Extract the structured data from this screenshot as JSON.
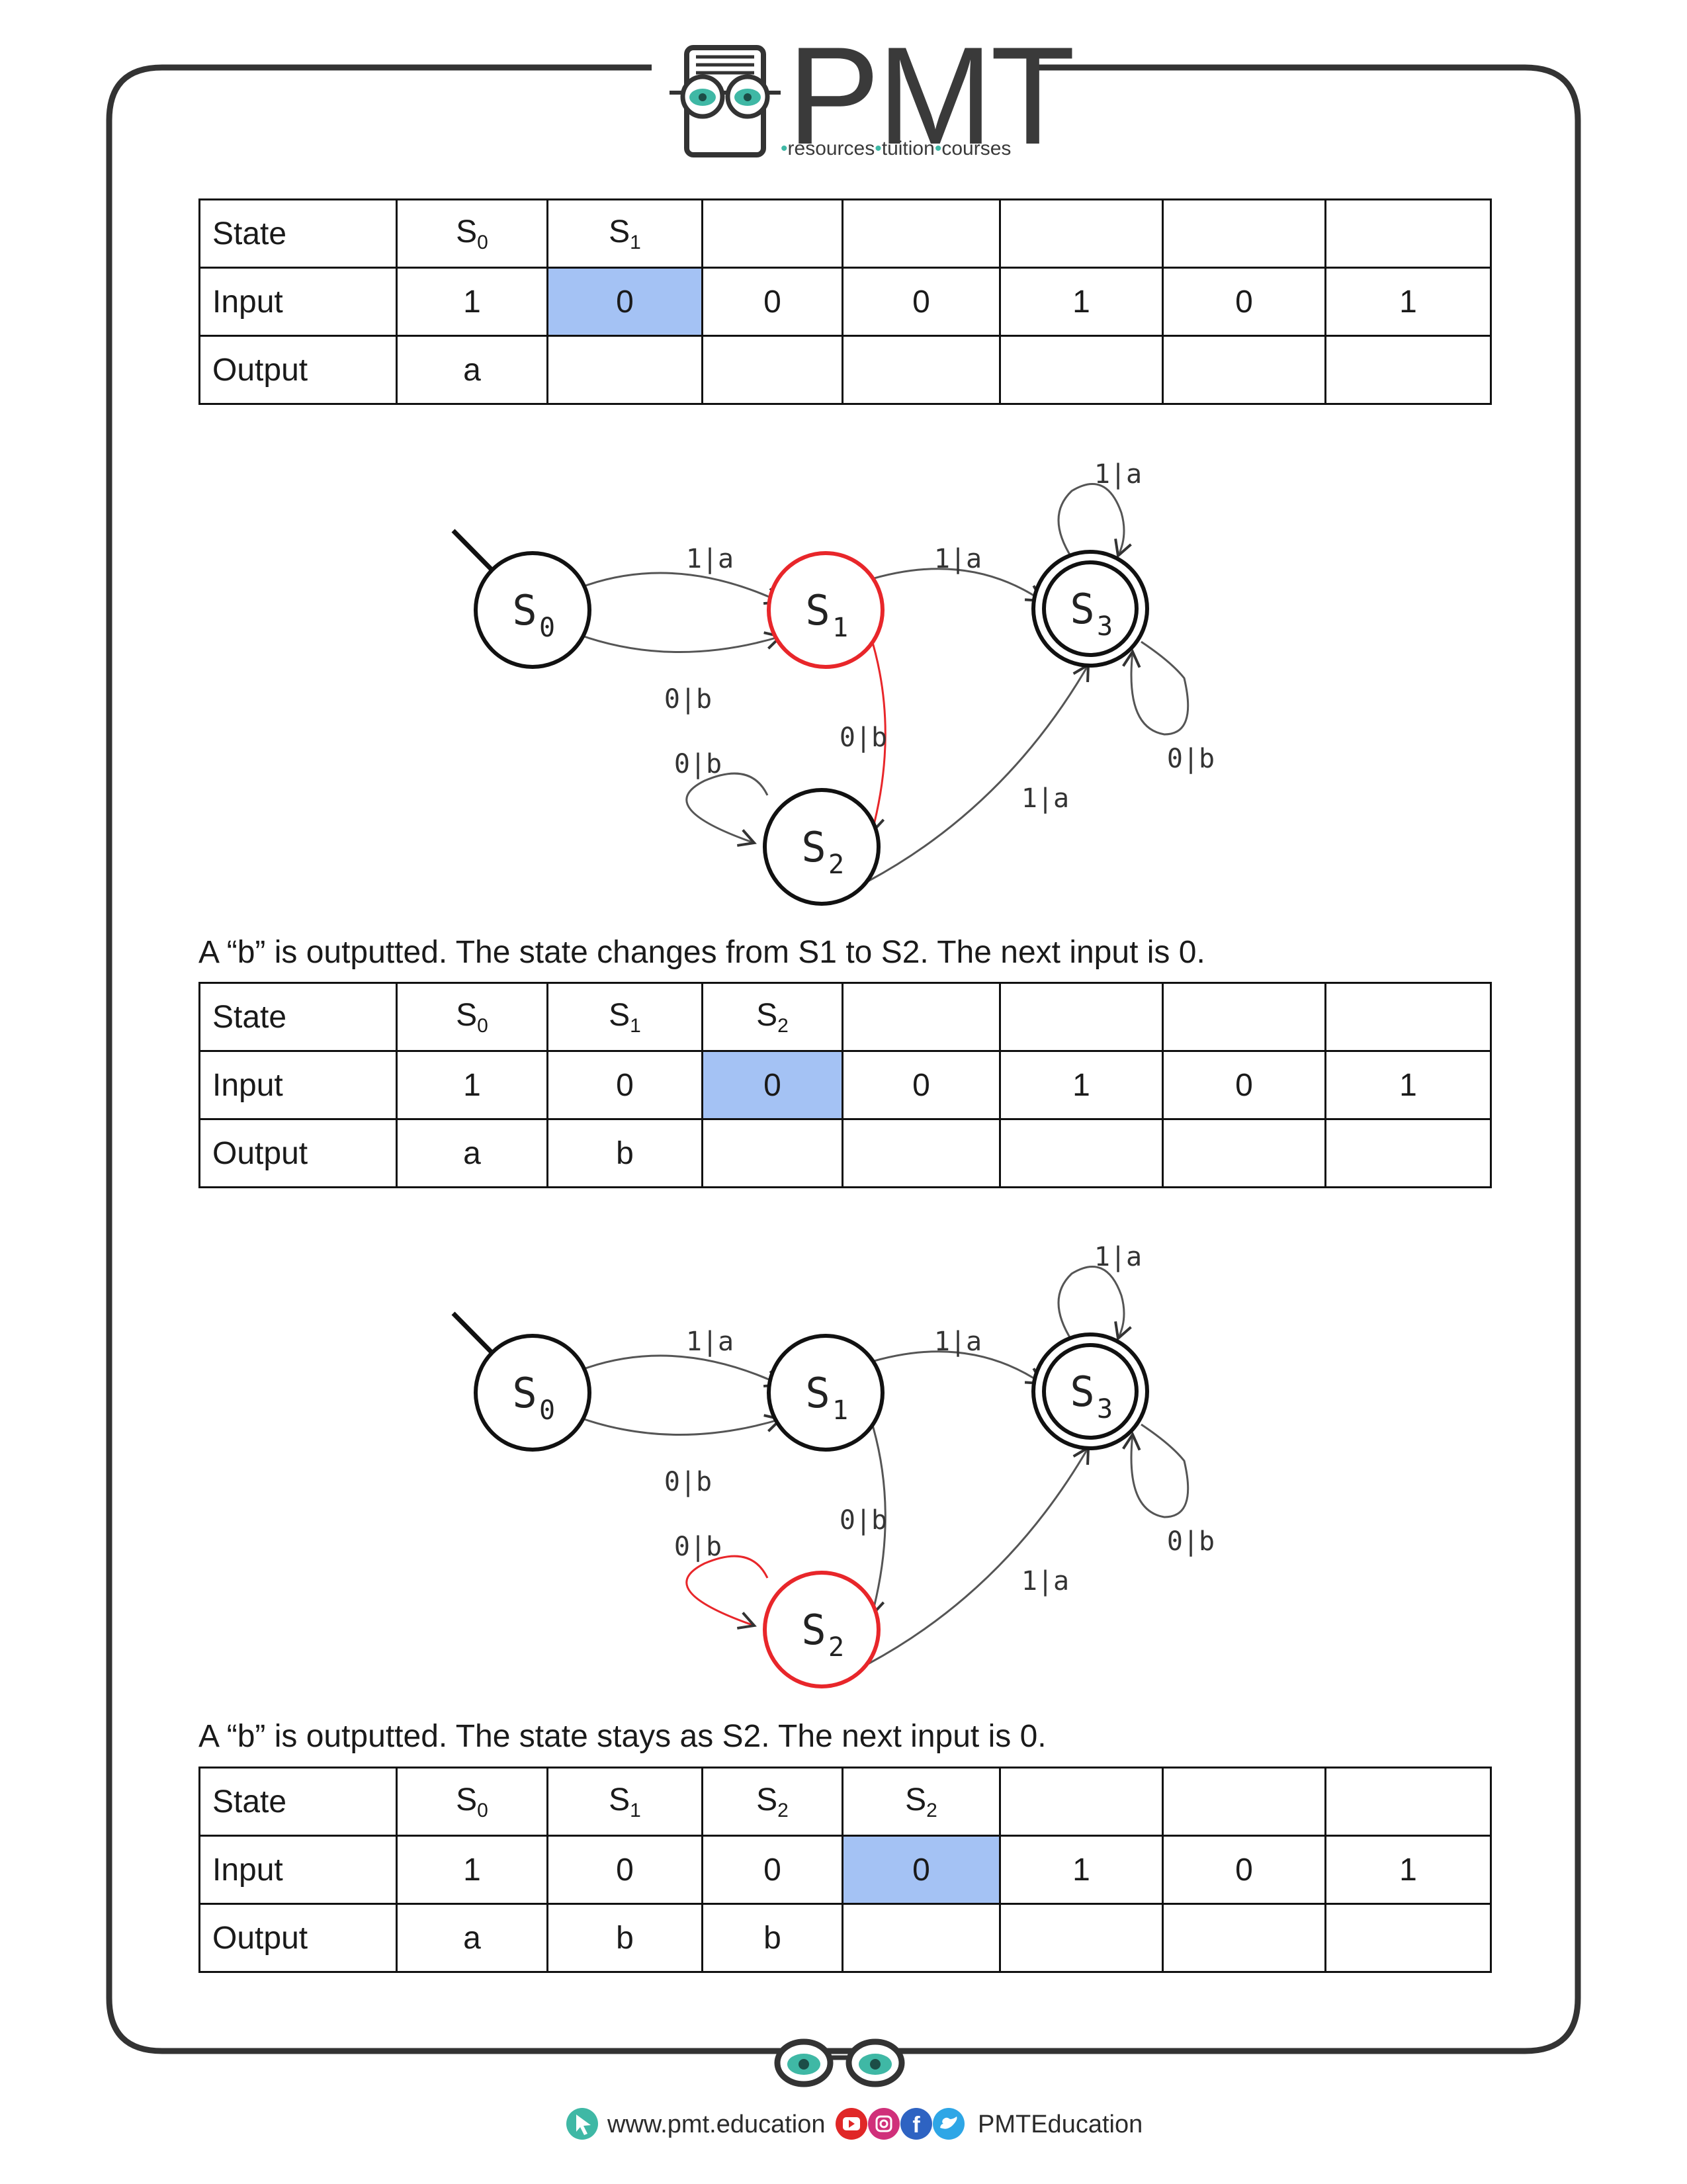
{
  "logo": {
    "name": "PMT",
    "tagline_parts": [
      "resources",
      "tuition",
      "courses"
    ]
  },
  "tables": [
    {
      "row_labels": [
        "State",
        "Input",
        "Output"
      ],
      "states": [
        [
          "S",
          "0"
        ],
        [
          "S",
          "1"
        ],
        null,
        null,
        null,
        null,
        null
      ],
      "inputs": [
        "1",
        "0",
        "0",
        "0",
        "1",
        "0",
        "1"
      ],
      "outputs": [
        "a",
        "",
        "",
        "",
        "",
        "",
        ""
      ],
      "highlight_index": 1
    },
    {
      "row_labels": [
        "State",
        "Input",
        "Output"
      ],
      "states": [
        [
          "S",
          "0"
        ],
        [
          "S",
          "1"
        ],
        [
          "S",
          "2"
        ],
        null,
        null,
        null,
        null
      ],
      "inputs": [
        "1",
        "0",
        "0",
        "0",
        "1",
        "0",
        "1"
      ],
      "outputs": [
        "a",
        "b",
        "",
        "",
        "",
        "",
        ""
      ],
      "highlight_index": 2
    },
    {
      "row_labels": [
        "State",
        "Input",
        "Output"
      ],
      "states": [
        [
          "S",
          "0"
        ],
        [
          "S",
          "1"
        ],
        [
          "S",
          "2"
        ],
        [
          "S",
          "2"
        ],
        null,
        null,
        null
      ],
      "inputs": [
        "1",
        "0",
        "0",
        "0",
        "1",
        "0",
        "1"
      ],
      "outputs": [
        "a",
        "b",
        "b",
        "",
        "",
        "",
        ""
      ],
      "highlight_index": 3
    }
  ],
  "captions": [
    "A “b” is outputted. The state changes from S1 to S2. The next input is 0.",
    "A “b” is outputted. The state stays as S2. The next input is 0."
  ],
  "diagrams": [
    {
      "states": [
        {
          "id": "S0",
          "label": "S",
          "sub": "0"
        },
        {
          "id": "S1",
          "label": "S",
          "sub": "1"
        },
        {
          "id": "S2",
          "label": "S",
          "sub": "2"
        },
        {
          "id": "S3",
          "label": "S",
          "sub": "3",
          "accepting": true
        }
      ],
      "transitions": [
        {
          "from": "S0",
          "to": "S1",
          "label": "1|a"
        },
        {
          "from": "S0",
          "to": "S1",
          "label": "0|b"
        },
        {
          "from": "S1",
          "to": "S3",
          "label": "1|a"
        },
        {
          "from": "S1",
          "to": "S2",
          "label": "0|b"
        },
        {
          "from": "S2",
          "to": "S2",
          "label": "0|b"
        },
        {
          "from": "S2",
          "to": "S3",
          "label": "1|a"
        },
        {
          "from": "S3",
          "to": "S3",
          "label": "1|a"
        },
        {
          "from": "S3",
          "to": "S3",
          "label": "0|b"
        }
      ],
      "highlight_states": [
        "S1"
      ],
      "highlight_transition": "S1-S2"
    },
    {
      "states": [
        {
          "id": "S0",
          "label": "S",
          "sub": "0"
        },
        {
          "id": "S1",
          "label": "S",
          "sub": "1"
        },
        {
          "id": "S2",
          "label": "S",
          "sub": "2"
        },
        {
          "id": "S3",
          "label": "S",
          "sub": "3",
          "accepting": true
        }
      ],
      "transitions": [
        {
          "from": "S0",
          "to": "S1",
          "label": "1|a"
        },
        {
          "from": "S0",
          "to": "S1",
          "label": "0|b"
        },
        {
          "from": "S1",
          "to": "S3",
          "label": "1|a"
        },
        {
          "from": "S1",
          "to": "S2",
          "label": "0|b"
        },
        {
          "from": "S2",
          "to": "S2",
          "label": "0|b"
        },
        {
          "from": "S2",
          "to": "S3",
          "label": "1|a"
        },
        {
          "from": "S3",
          "to": "S3",
          "label": "1|a"
        },
        {
          "from": "S3",
          "to": "S3",
          "label": "0|b"
        }
      ],
      "highlight_states": [
        "S2"
      ],
      "highlight_transition": "S2-S2"
    }
  ],
  "footer": {
    "website": "www.pmt.education",
    "handle": "PMTEducation"
  },
  "colors": {
    "highlight_cell": "#a4c2f4",
    "active_state": "#e8262a",
    "teal": "#3fb8a5",
    "frame": "#333333"
  }
}
